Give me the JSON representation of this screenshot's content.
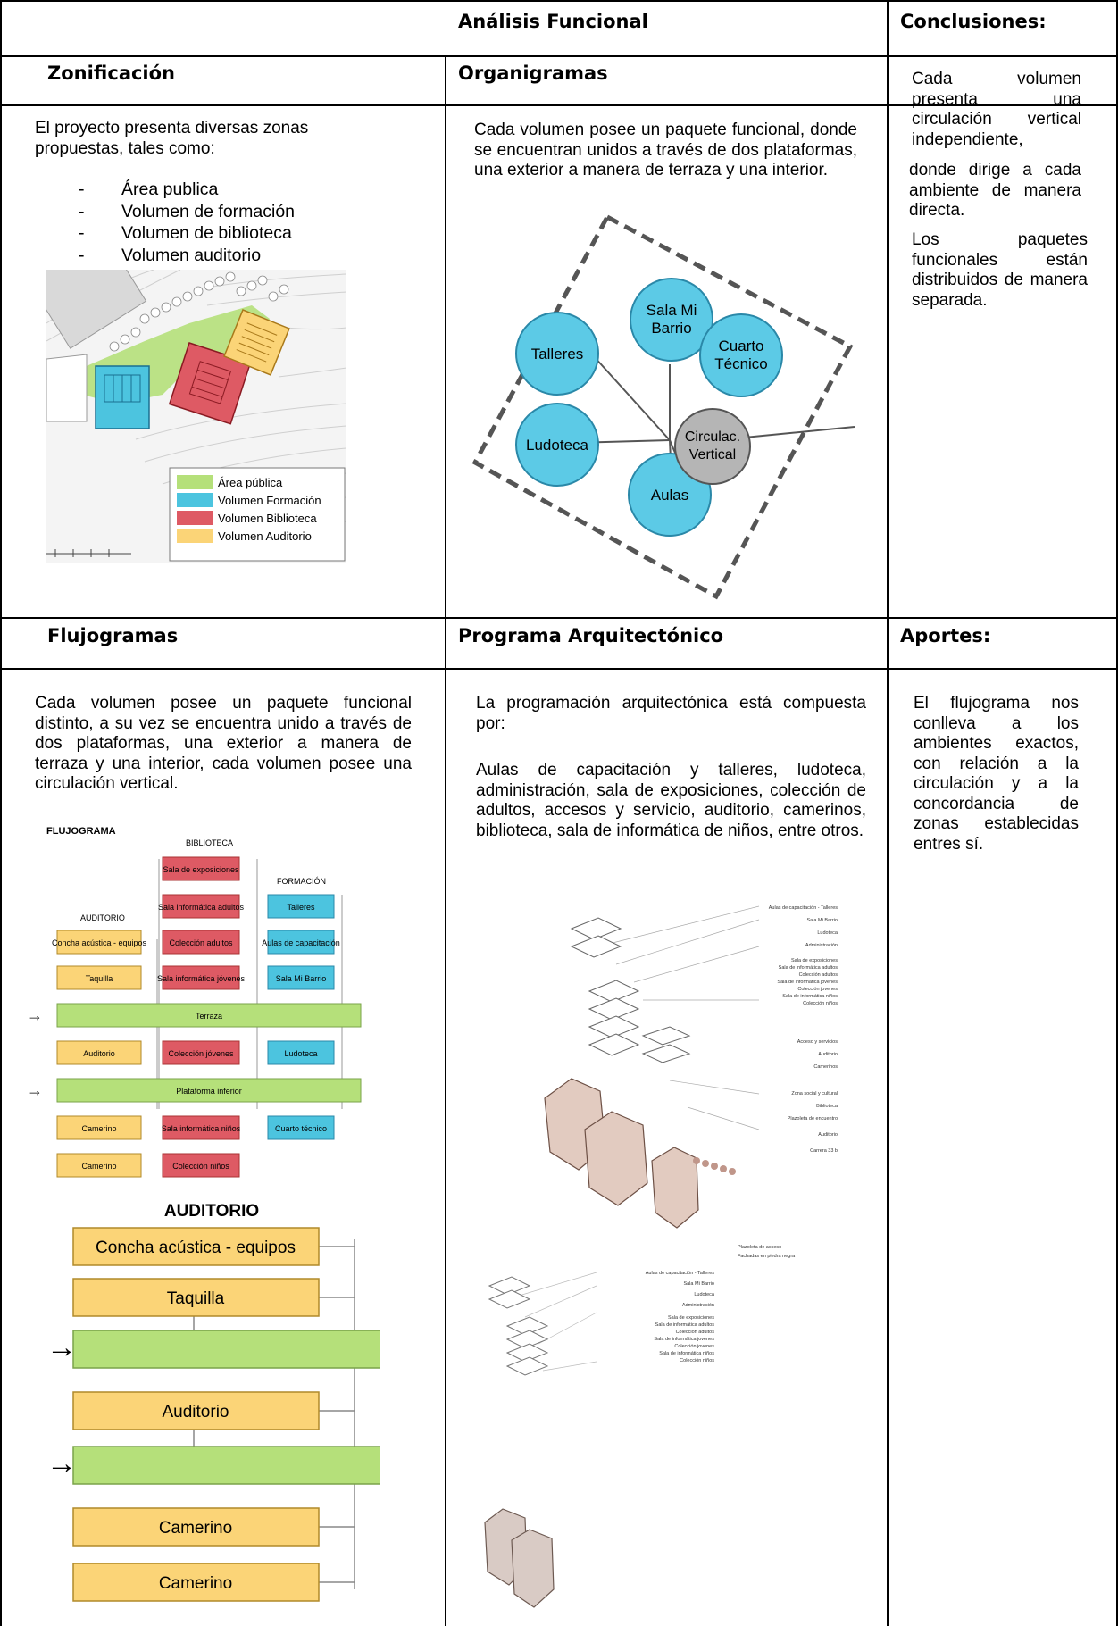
{
  "headers": {
    "analisis": "Análisis Funcional",
    "conclusiones": "Conclusiones:",
    "zonificacion": "Zonificación",
    "organigramas": "Organigramas",
    "flujogramas": "Flujogramas",
    "programa": "Programa Arquitectónico",
    "aportes": "Aportes:"
  },
  "zonificacion": {
    "intro": "El proyecto presenta diversas zonas propuestas, tales como:",
    "items": [
      "Área publica",
      "Volumen de formación",
      "Volumen de biblioteca",
      "Volumen auditorio"
    ],
    "legend": [
      "Área pública",
      "Volumen Formación",
      "Volumen Biblioteca",
      "Volumen Auditorio"
    ]
  },
  "organigramas": {
    "text": "Cada volumen posee un paquete funcional, donde se encuentran unidos a través de dos plataformas, una exterior a manera de terraza y una interior.",
    "nodes": {
      "sala1": "Sala Mi",
      "sala2": "Barrio",
      "talleres": "Talleres",
      "cuarto1": "Cuarto",
      "cuarto2": "Técnico",
      "ludoteca": "Ludoteca",
      "aulas": "Aulas",
      "circ1": "Circulac.",
      "circ2": "Vertical"
    }
  },
  "conclusiones": {
    "p1": "Cada volumen presenta una circulación vertical independiente,",
    "p2": "donde dirige a cada ambiente de manera directa.",
    "p3": "Los paquetes funcionales están distribuidos de manera separada."
  },
  "flujogramas": {
    "text": "Cada volumen posee un paquete funcional distinto, a su vez se encuentra unido a través de dos plataformas, una exterior a manera de terraza y una interior, cada volumen posee una circulación vertical.",
    "small": {
      "title": "FLUJOGRAMA",
      "biblioteca": "BIBLIOTECA",
      "formacion": "FORMACIÓN",
      "auditorio": "AUDITORIO",
      "sala_expos": "Sala de exposiciones",
      "sala_inf_adultos": "Sala informática adultos",
      "coleccion_adultos": "Colección adultos",
      "sala_inf_jovenes": "Sala informática jóvenes",
      "coleccion_jovenes": "Colección jóvenes",
      "sala_inf_ninos": "Sala informática niños",
      "coleccion_ninos": "Colección niños",
      "talleres": "Talleres",
      "aulas": "Aulas de capacitación",
      "sala_barrio": "Sala Mi Barrio",
      "ludoteca": "Ludoteca",
      "cuarto": "Cuarto técnico",
      "concha": "Concha acústica - equipos",
      "taquilla": "Taquilla",
      "auditorio_box": "Auditorio",
      "camerino": "Camerino",
      "terraza": "Terraza",
      "plataforma": "Plataforma inferior"
    },
    "big": {
      "title": "AUDITORIO",
      "concha": "Concha acústica - equipos",
      "taquilla": "Taquilla",
      "auditorio": "Auditorio",
      "camerino1": "Camerino",
      "camerino2": "Camerino"
    }
  },
  "programa": {
    "p1": "La programación arquitectónica está compuesta por:",
    "p2": "Aulas de capacitación y talleres, ludoteca, administración, sala de exposiciones, colección de adultos, accesos y servicio, auditorio, camerinos, biblioteca, sala de informática de niños, entre otros.",
    "labels_top": [
      "Aulas de capacitación - Talleres",
      "Sala Mi Barrio",
      "Ludoteca",
      "Administración",
      "Sala de exposiciones",
      "Sala de informática adultos",
      "Colección adultos",
      "Sala de informática jovenes",
      "Colección jovenes",
      "Sala de informática niños",
      "Colección niños",
      "Acceso y servicios",
      "Auditorio",
      "Camerinos",
      "Zona social y cultural",
      "Biblioteca",
      "Plazoleta de encuentro",
      "Auditorio",
      "Carrera 33 b",
      "Plazoleta de acceso",
      "Fachadas en piedra negra"
    ],
    "labels_bottom": [
      "Aulas de capacitación - Talleres",
      "Sala Mi Barrio",
      "Ludoteca",
      "Administración",
      "Sala de exposiciones",
      "Sala de informática adultos",
      "Colección adultos",
      "Sala de informática jovenes",
      "Colección jovenes",
      "Sala de informática niños",
      "Colección niños"
    ]
  },
  "aportes": {
    "text": "El flujograma nos conlleva a los ambientes exactos, con relación a la circulación y a la concordancia de zonas establecidas entres sí."
  },
  "colors": {
    "green": "#b5e07a",
    "cyan": "#4cc4df",
    "red": "#de5a64",
    "yellow": "#fbd477",
    "node_blue": "#5ccae6",
    "node_gray": "#b5b5b5"
  }
}
